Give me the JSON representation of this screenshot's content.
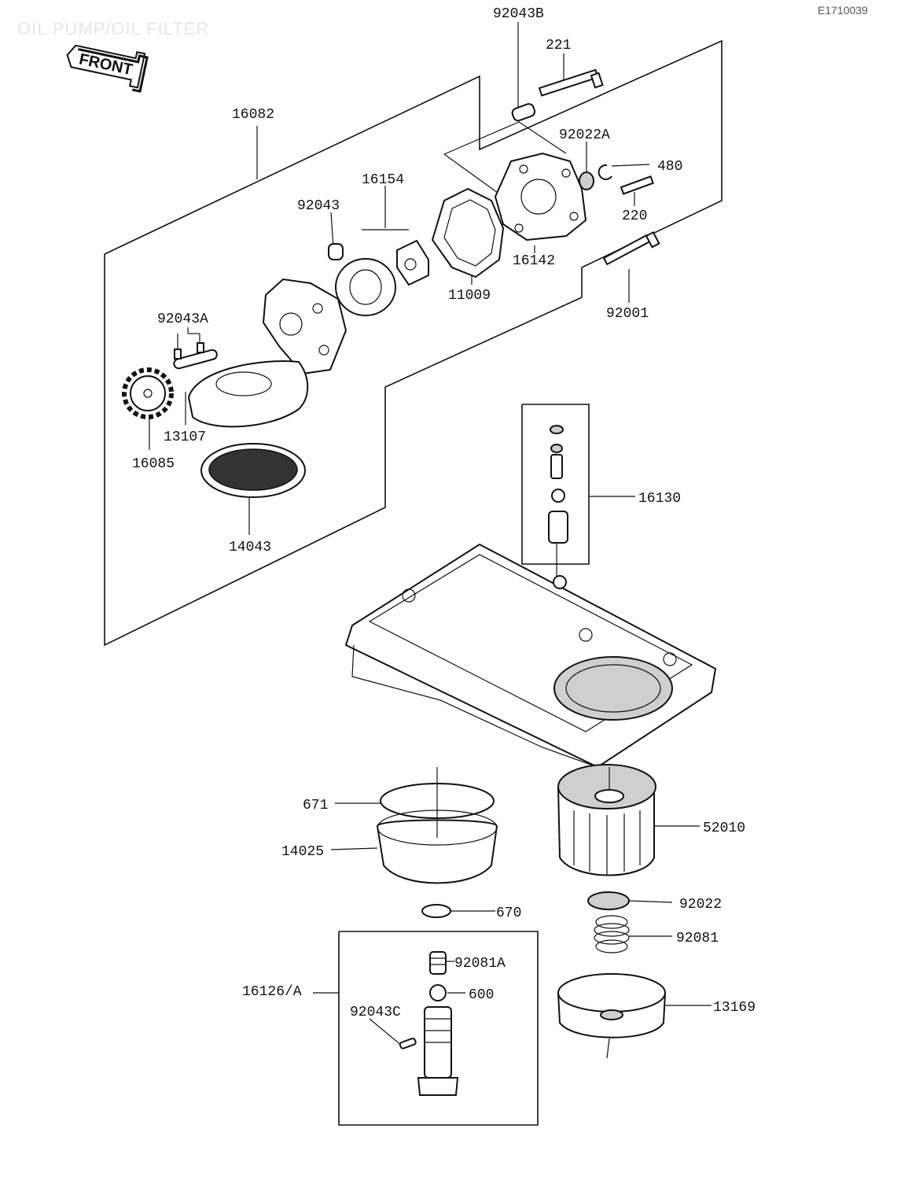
{
  "header": {
    "title": "OIL PUMP/OIL FILTER",
    "code": "E1710039",
    "front_label": "FRONT"
  },
  "parts": {
    "p92043B": "92043B",
    "p221": "221",
    "p16082": "16082",
    "p92022A": "92022A",
    "p480": "480",
    "p16154": "16154",
    "p92043": "92043",
    "p220": "220",
    "p16142": "16142",
    "p11009": "11009",
    "p92001": "92001",
    "p92043A": "92043A",
    "p13107": "13107",
    "p16085": "16085",
    "p14043": "14043",
    "p16130": "16130",
    "p671": "671",
    "p52010": "52010",
    "p14025": "14025",
    "p92022": "92022",
    "p670": "670",
    "p92081": "92081",
    "p92081A": "92081A",
    "p16126A": "16126/A",
    "p600": "600",
    "p13169": "13169",
    "p92043C": "92043C"
  },
  "icons": [
    "front-arrow-icon"
  ]
}
